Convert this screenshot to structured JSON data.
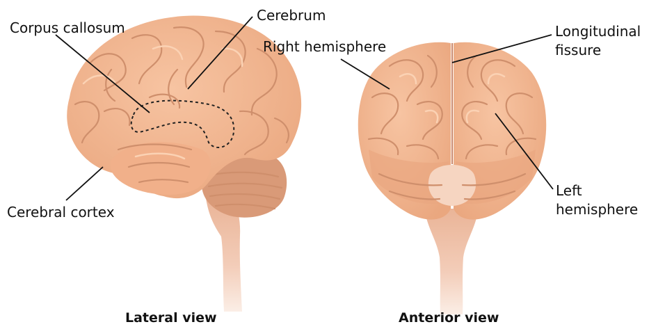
{
  "colors": {
    "brain_fill": "#f4b994",
    "brain_shadow": "#e0a07a",
    "fold_line": "#cf8f6c",
    "stem_fill": "#f2c2a8",
    "text": "#111111"
  },
  "lateral": {
    "caption": "Lateral view",
    "labels": {
      "corpus_callosum": "Corpus callosum",
      "cerebrum": "Cerebrum",
      "cerebral_cortex": "Cerebral cortex"
    }
  },
  "anterior": {
    "caption": "Anterior view",
    "labels": {
      "right_hemisphere": "Right hemisphere",
      "longitudinal_fissure_line1": "Longitudinal",
      "longitudinal_fissure_line2": "fissure",
      "left_hemisphere_line1": "Left",
      "left_hemisphere_line2": "hemisphere"
    }
  }
}
